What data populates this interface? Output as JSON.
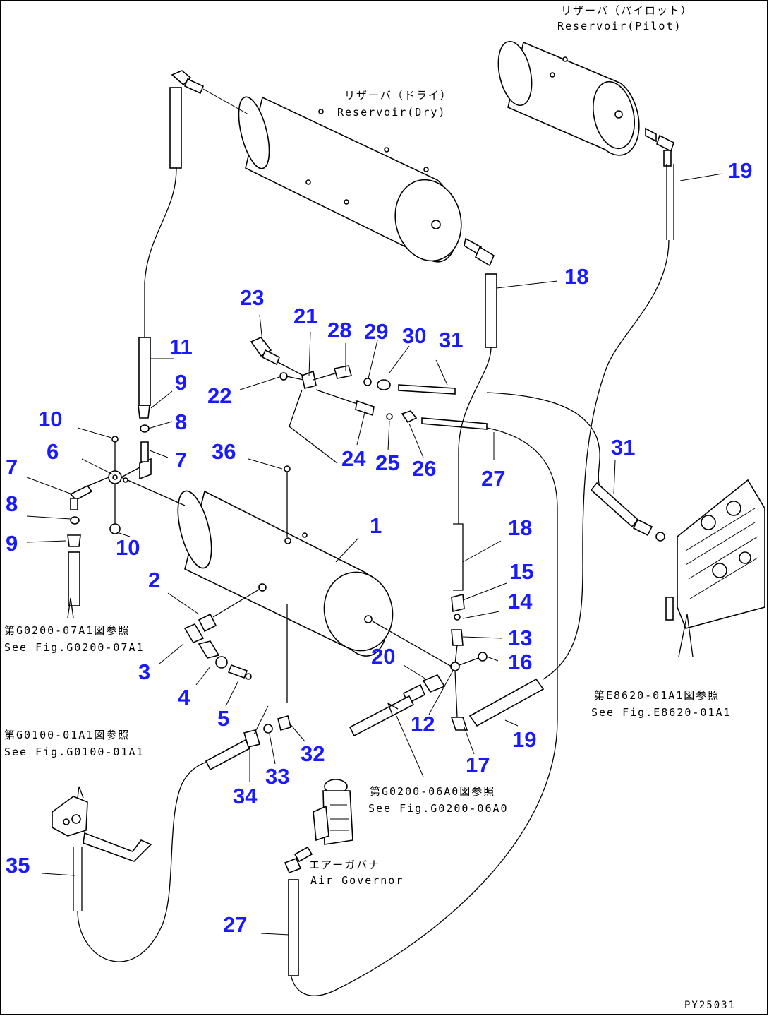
{
  "components": {
    "reservoir_pilot": {
      "jp": "リザーバ（パイロット）",
      "en": "Reservoir(Pilot)"
    },
    "reservoir_dry": {
      "jp": "リザーバ（ドライ）",
      "en": "Reservoir(Dry)"
    },
    "air_governor": {
      "jp": "エアーガバナ",
      "en": "Air Governor"
    }
  },
  "references": {
    "ref_left_top": {
      "jp": "第G0200-07A1図参照",
      "en": "See Fig.G0200-07A1"
    },
    "ref_left_mid": {
      "jp": "第G0100-01A1図参照",
      "en": "See Fig.G0100-01A1"
    },
    "ref_center": {
      "jp": "第G0200-06A0図参照",
      "en": "See Fig.G0200-06A0"
    },
    "ref_right": {
      "jp": "第E8620-01A1図参照",
      "en": "See Fig.E8620-01A1"
    }
  },
  "drawing_code": "PY25031",
  "callouts": {
    "c1": "1",
    "c2": "2",
    "c3": "3",
    "c4": "4",
    "c5": "5",
    "c6": "6",
    "c7a": "7",
    "c7b": "7",
    "c8a": "8",
    "c8b": "8",
    "c9a": "9",
    "c9b": "9",
    "c10a": "10",
    "c10b": "10",
    "c11": "11",
    "c12": "12",
    "c13": "13",
    "c14": "14",
    "c15": "15",
    "c16": "16",
    "c17": "17",
    "c18a": "18",
    "c18b": "18",
    "c19a": "19",
    "c19b": "19",
    "c20": "20",
    "c21": "21",
    "c22": "22",
    "c23": "23",
    "c24": "24",
    "c25": "25",
    "c26": "26",
    "c27a": "27",
    "c27b": "27",
    "c28": "28",
    "c29": "29",
    "c30": "30",
    "c31a": "31",
    "c31b": "31",
    "c32": "32",
    "c33": "33",
    "c34": "34",
    "c35": "35",
    "c36": "36"
  },
  "colors": {
    "callout": "#1a1aff",
    "line": "#000000",
    "background": "#ffffff"
  }
}
